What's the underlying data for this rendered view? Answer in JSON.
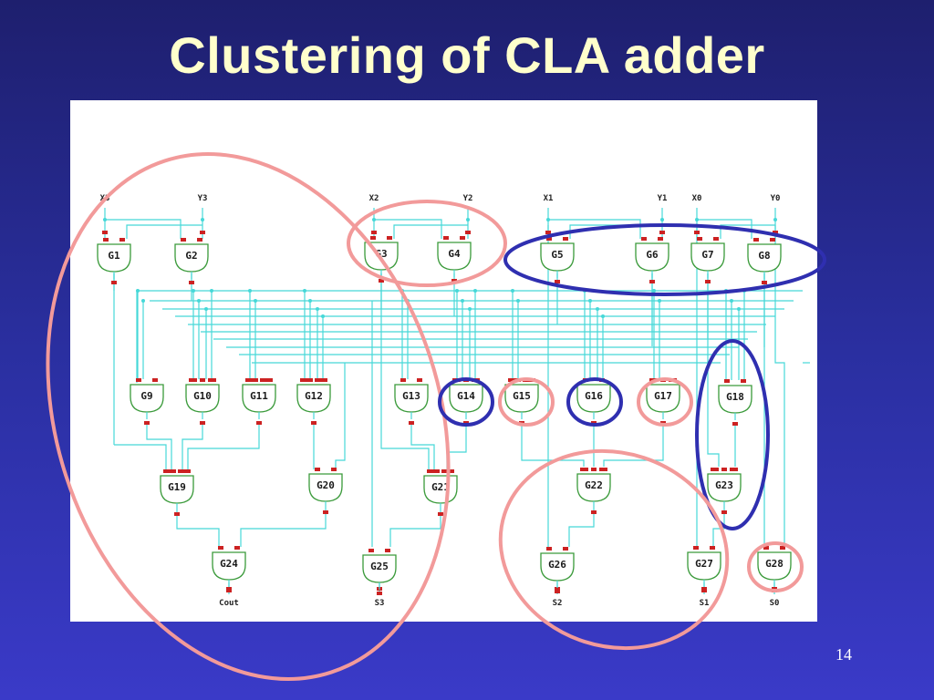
{
  "slide": {
    "title": "Clustering of CLA adder",
    "page_number": "14"
  },
  "inputs": [
    "X3",
    "Y3",
    "X2",
    "Y2",
    "X1",
    "Y1",
    "X0",
    "Y0"
  ],
  "outputs": [
    "Cout",
    "S3",
    "S2",
    "S1",
    "S0"
  ],
  "gates": [
    "G1",
    "G2",
    "G3",
    "G4",
    "G5",
    "G6",
    "G7",
    "G8",
    "G9",
    "G10",
    "G11",
    "G12",
    "G13",
    "G14",
    "G15",
    "G16",
    "G17",
    "G18",
    "G19",
    "G20",
    "G21",
    "G22",
    "G23",
    "G24",
    "G25",
    "G26",
    "G27",
    "G28"
  ],
  "colors": {
    "wire": "#46d8d8",
    "gate_stroke": "#3a9a3a",
    "gate_fill": "#ffffff",
    "pin": "#cc2222",
    "cluster_pink": "#f29a9a",
    "cluster_blue": "#2f2fb0",
    "title": "#ffffcc"
  }
}
